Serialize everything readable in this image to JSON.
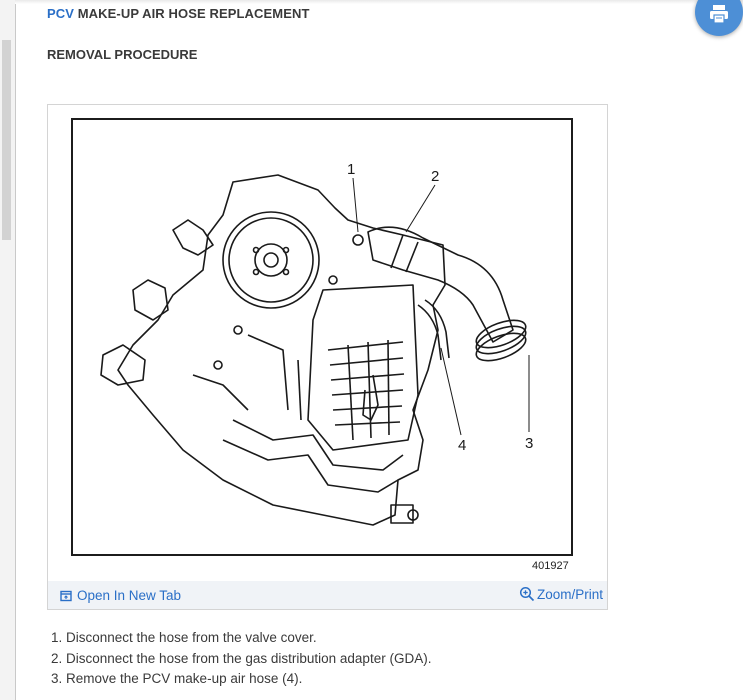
{
  "header": {
    "title_acronym": "PCV",
    "title_rest": " MAKE-UP AIR HOSE REPLACEMENT",
    "section": "REMOVAL PROCEDURE"
  },
  "fab": {
    "icon": "print-icon"
  },
  "figure": {
    "callouts": [
      "1",
      "2",
      "3",
      "4"
    ],
    "figure_number": "401927",
    "open_tab_label": "Open In New Tab",
    "open_tab_icon": "open-in-new-tab-icon",
    "zoom_label": "Zoom/Print",
    "zoom_icon": "zoom-in-icon"
  },
  "steps": [
    "1. Disconnect the hose from the valve cover.",
    "2. Disconnect the hose from the gas distribution adapter (GDA).",
    "3. Remove the PCV make-up air hose (4)."
  ],
  "colors": {
    "accent": "#2a6fc7",
    "fab": "#4d8fd6",
    "footer_bg": "#f0f3f7",
    "text": "#3a3a3a"
  }
}
